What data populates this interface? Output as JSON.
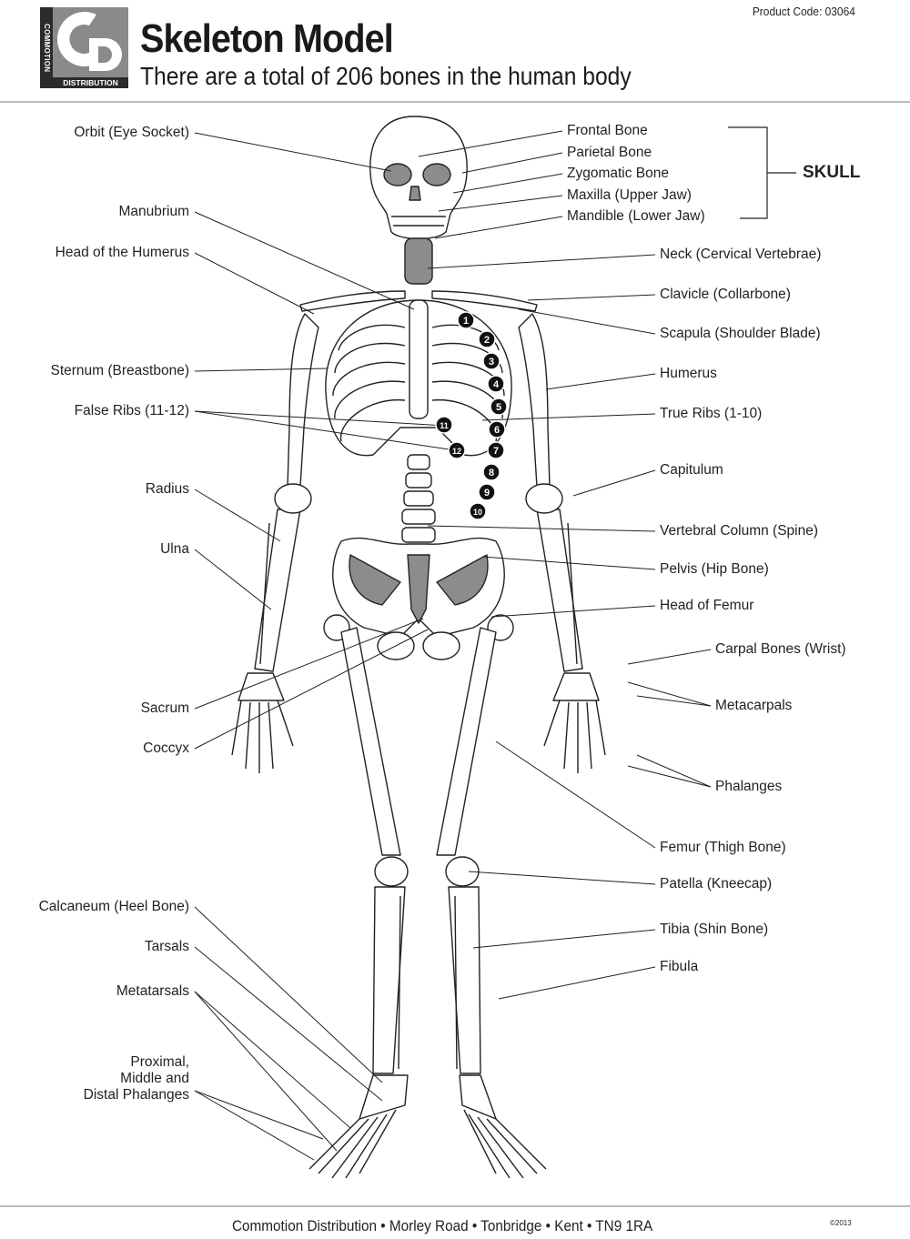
{
  "header": {
    "logo_text_vertical": "COMMOTION",
    "logo_text_horizontal": "DISTRIBUTION",
    "logo_letters": "CD",
    "title": "Skeleton Model",
    "subtitle": "There are a total of 206 bones in the human body",
    "product_code": "Product Code: 03064"
  },
  "skull_group_label": "SKULL",
  "labels_left": [
    "Orbit (Eye Socket)",
    "Manubrium",
    "Head of the Humerus",
    "Sternum (Breastbone)",
    "False Ribs (11-12)",
    "Radius",
    "Ulna",
    "Sacrum",
    "Coccyx",
    "Calcaneum (Heel Bone)",
    "Tarsals",
    "Metatarsals",
    "Proximal,\nMiddle and\nDistal Phalanges"
  ],
  "labels_skull": [
    "Frontal Bone",
    "Parietal Bone",
    "Zygomatic Bone",
    "Maxilla (Upper Jaw)",
    "Mandible (Lower Jaw)"
  ],
  "labels_right": [
    "Neck (Cervical Vertebrae)",
    "Clavicle (Collarbone)",
    "Scapula (Shoulder Blade)",
    "Humerus",
    "True Ribs (1-10)",
    "Capitulum",
    "Vertebral Column (Spine)",
    "Pelvis (Hip Bone)",
    "Head of Femur",
    "Carpal Bones (Wrist)",
    "Metacarpals",
    "Phalanges",
    "Femur (Thigh Bone)",
    "Patella (Kneecap)",
    "Tibia (Shin Bone)",
    "Fibula"
  ],
  "rib_numbers": [
    "1",
    "2",
    "3",
    "4",
    "5",
    "6",
    "7",
    "8",
    "9",
    "10",
    "11",
    "12"
  ],
  "footer": {
    "address": "Commotion Distribution • Morley Road • Tonbridge • Kent • TN9 1RA",
    "copyright": "©2013"
  },
  "colors": {
    "bone_shade": "#8c8c8c",
    "line": "#222222",
    "logo_grey": "#8a8a8a"
  }
}
